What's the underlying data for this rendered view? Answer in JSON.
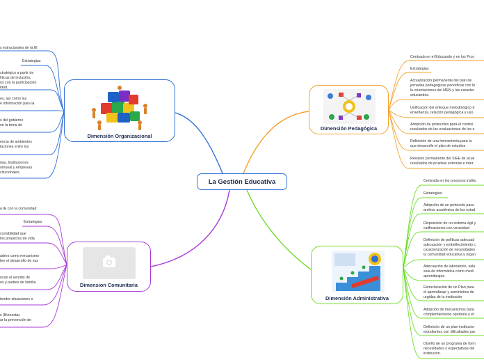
{
  "central": {
    "title": "La Gestión Educativa"
  },
  "colors": {
    "organizacional": "#2f6fd6",
    "comunitaria": "#a93ad8",
    "pedagogica": "#f3a12a",
    "administrativa": "#6fdc2c"
  },
  "branches": {
    "organizacional": {
      "title": "Dimensión Organizacional",
      "image": "puzzle-people-illustration",
      "leaves": [
        "s estructurales de la IE",
        "Estrategias",
        "stratégico a partir de\nlíticas de inclusión,\nos con la participación\nidad.",
        "es, así como las\ne información para la",
        "s del gobierno\nen la toma de",
        "encia de ambientes\nlaciones entre los",
        "rias, Instituciones\nomunal y empresas\ncitucionales."
      ]
    },
    "comunitaria": {
      "title": "Dimension Comunitaria",
      "image": "image-placeholder-icon",
      "leaves": [
        "a IE con la comunidad",
        "Estrategias",
        "ccesibilidad que\nlos proyectos de vida",
        "adres como mecanismo\nbre el desarrollo de sus",
        "ocan el sentido de\nes y padres de familia",
        "tender situaciones o",
        "s (Bienestar,\nar la prevención de"
      ]
    },
    "pedagogica": {
      "title": "Dimensión Pedagógica",
      "image": "education-icons-illustration",
      "leaves": [
        "Centrada en el Educando y en los Proc",
        "Estrategias",
        "Actualización permanente del plan de\njornadas pedagógicas periódicas con lo\nla orientaciones del MEN y las caracter\neducandos.",
        "Unificación del enfoque metodológico d\nenseñanza, relación pedagógica y uso",
        "Adopción de protocolos para el control\nresultados de las evaluaciones de los e",
        "Definición de una herramienta para la\nque desarrolle el plan de estudios",
        "Revisión permanente del SIEE de acue\nresultados de pruebas externas e inter"
      ]
    },
    "administrativa": {
      "title": "Dimensión Administrativa",
      "image": "stairs-success-illustration",
      "leaves": [
        "Centrada en los procesos institu",
        "Estrategias",
        "Adopción de un protocolo para\narchivo académico de los estud",
        "Disposición de un sistema ágil y\ncalificaciones con veracidad",
        "Definición de políticas adecuad\nadecuación y embellecimiento c\ncaracterización de necesidades\nla comunidad educativa y organ",
        "Adecuación de laboratorio, sala\nsala de informática como medi\naprendizajes.",
        "Estructuración de un Plan para\nel aprendizaje y suministros de\nurgidas de la institución",
        "Adopción de mecanismos para\ncomplementarios oportuna y ef",
        "Definición de un plan institucior\nestudiantes con dificultades par",
        "Diseño de un programa de form\nnecesidades y expectativas del\ninstitución."
      ]
    }
  }
}
